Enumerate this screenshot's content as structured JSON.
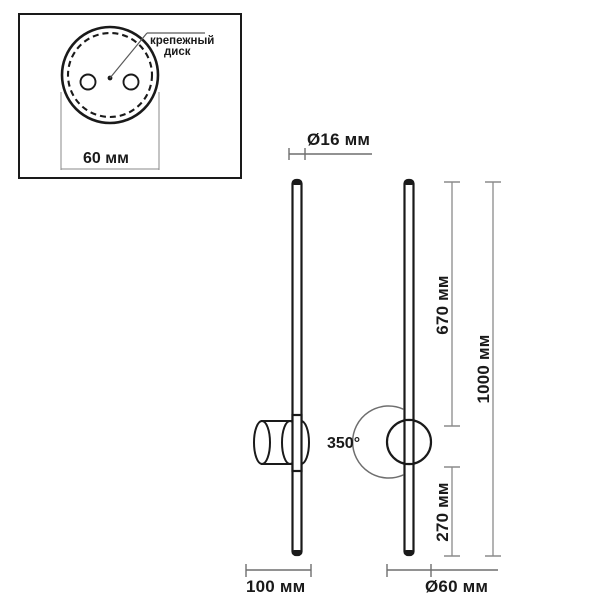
{
  "drawing": {
    "title": "Wall lamp technical dimension drawing",
    "units": "мм",
    "line_color": "#1a1a1a",
    "dim_line_color": "#6e6e6e",
    "background": "#ffffff"
  },
  "inset": {
    "name": "mounting-disk-detail",
    "callout_line1": "крепежный",
    "callout_line2": "диск",
    "dimension_width": "60 мм",
    "holes_count": 2
  },
  "views": {
    "side": {
      "name": "side-elevation",
      "mount_type": "cylinder",
      "width_dimension": "100 мм"
    },
    "front": {
      "name": "front-elevation",
      "mount_type": "disc",
      "diameter_dimension": "Ø60 мм",
      "rotation_label": "350°"
    }
  },
  "dimensions": {
    "rod_diameter": "Ø16 мм",
    "upper_length": "670 мм",
    "total_length": "1000 мм",
    "lower_length": "270 мм",
    "side_width": "100 мм",
    "mount_diameter": "Ø60 мм"
  }
}
